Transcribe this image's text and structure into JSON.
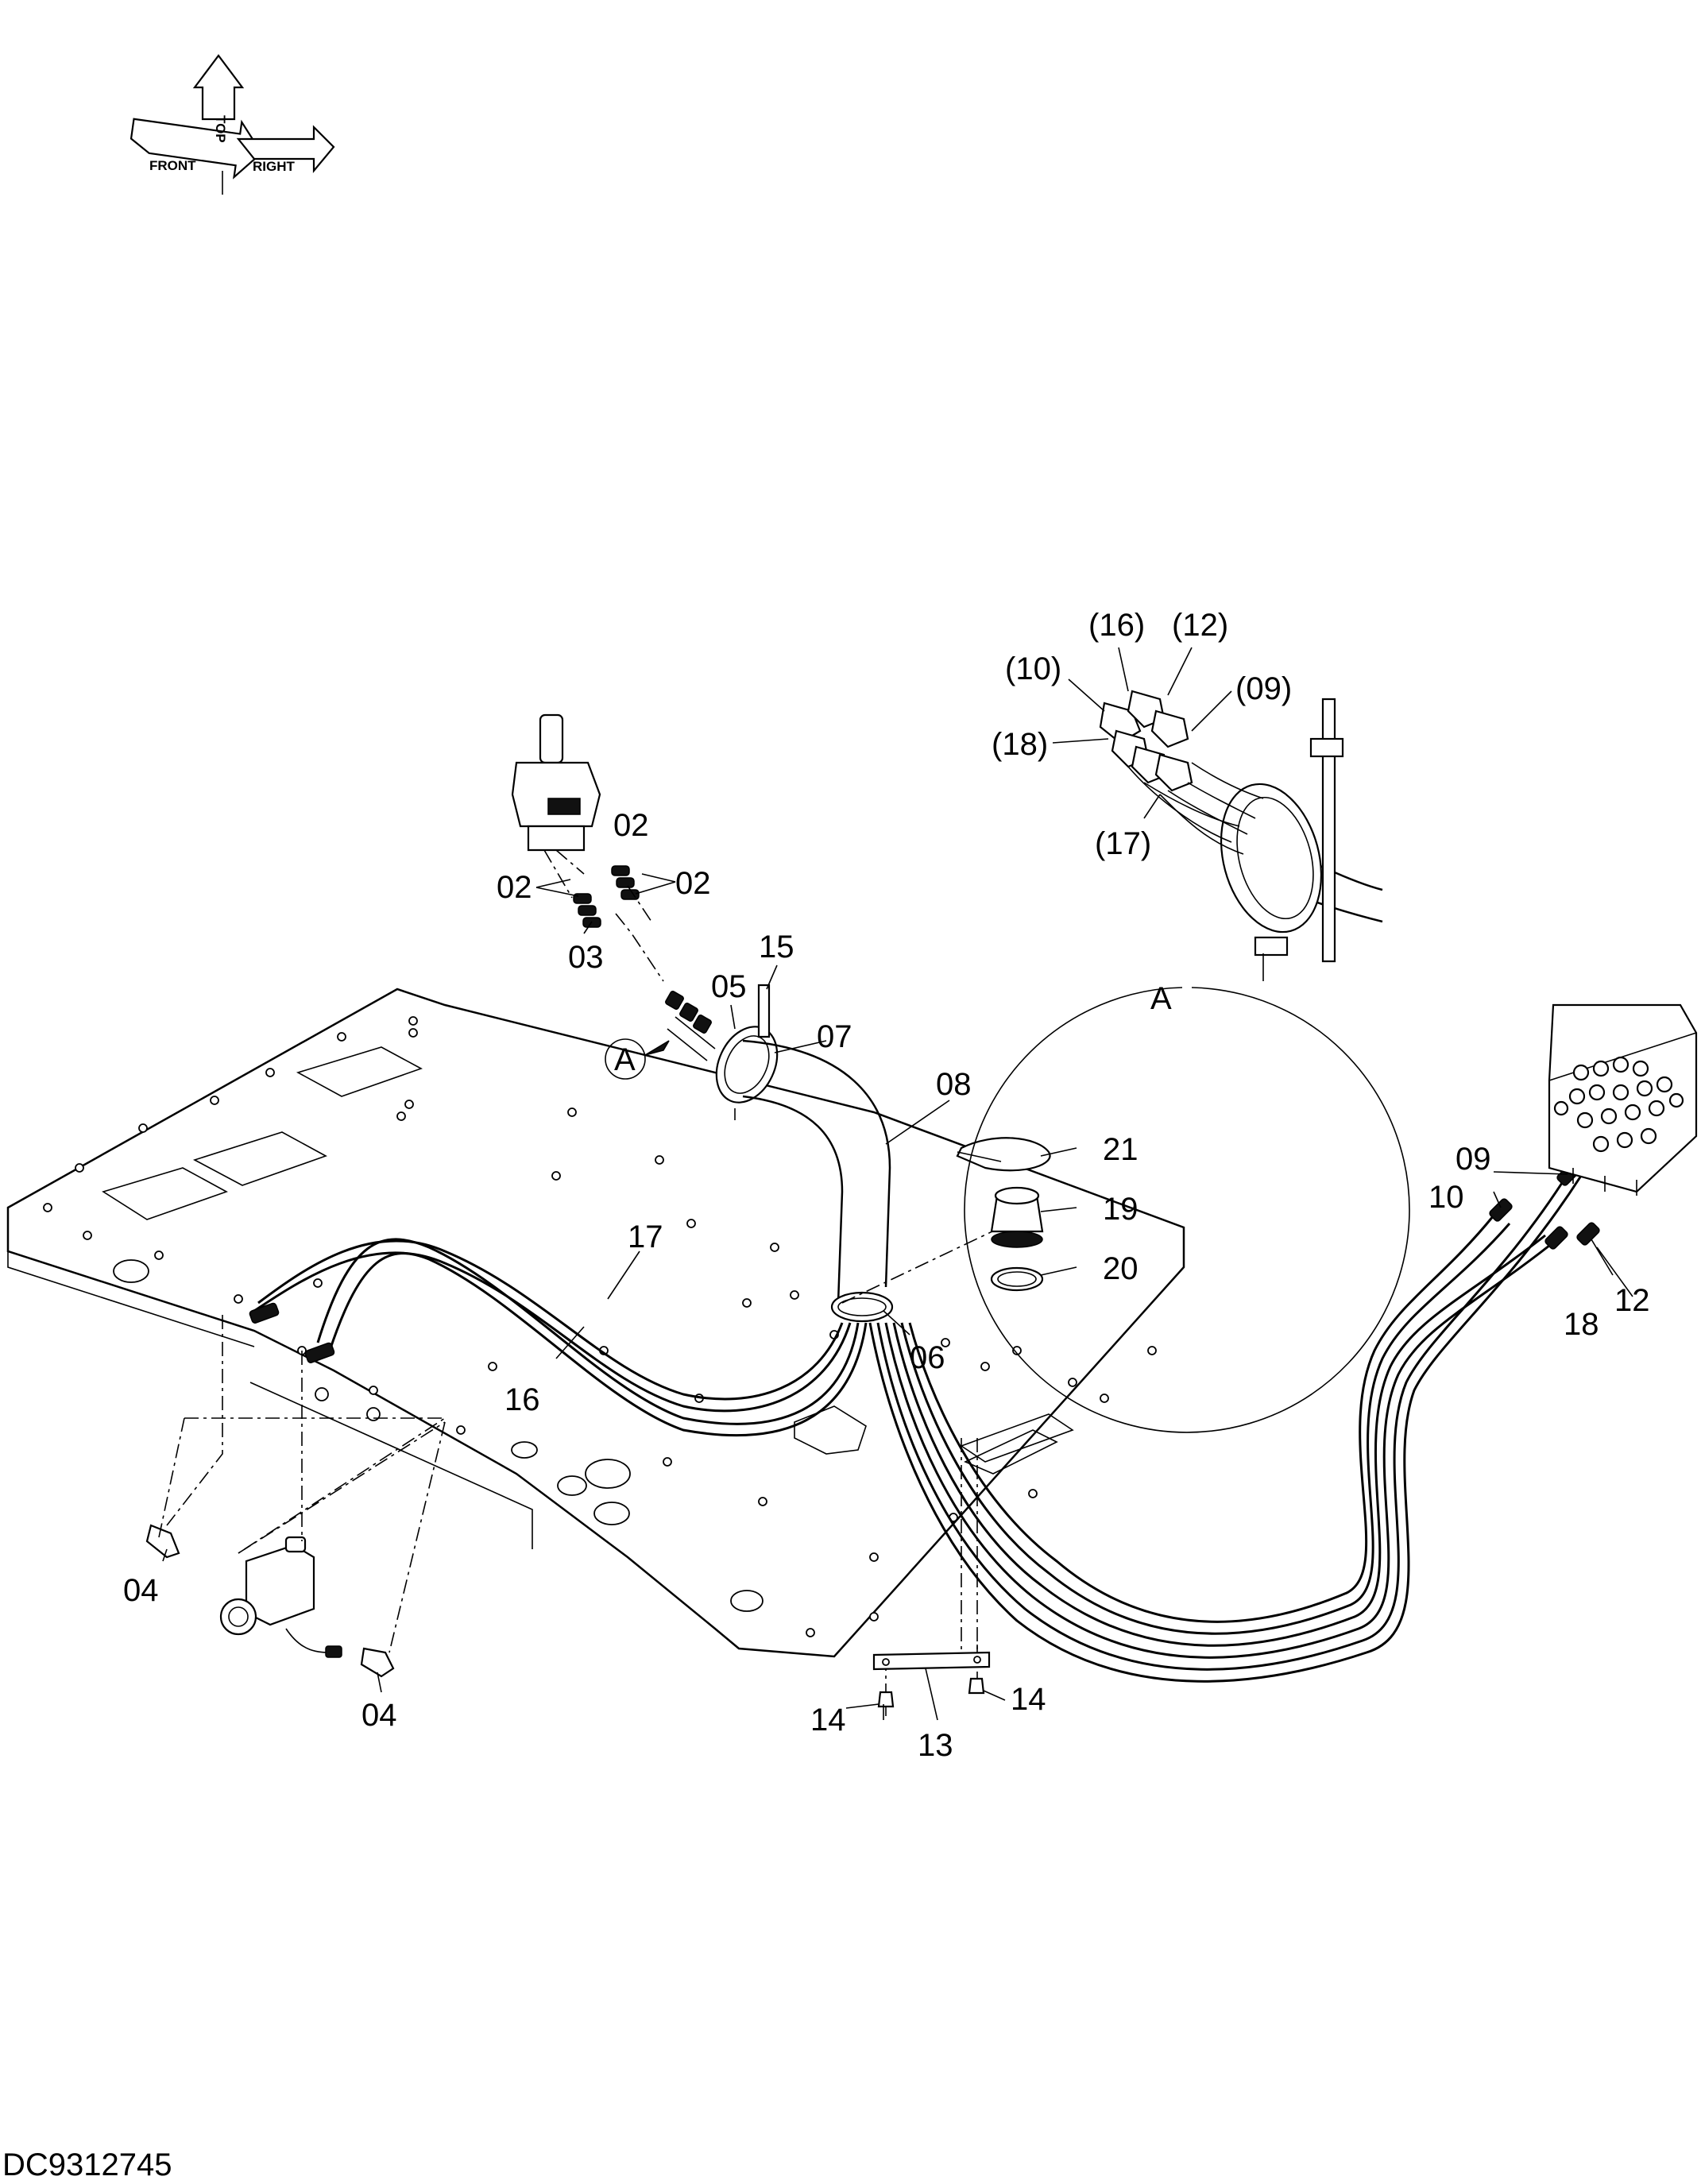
{
  "orientation": {
    "front": "FRONT",
    "top": "TOP",
    "right": "RIGHT"
  },
  "labels": {
    "p02a": "02",
    "p02b": "02",
    "p02c": "02",
    "p03": "03",
    "p04a": "04",
    "p04b": "04",
    "p05": "05",
    "p06": "06",
    "p07": "07",
    "p08": "08",
    "p09": "09",
    "p10": "10",
    "p12": "12",
    "p13": "13",
    "p14a": "14",
    "p14b": "14",
    "p15": "15",
    "p16": "16",
    "p17": "17",
    "p18": "18",
    "p19": "19",
    "p20": "20",
    "p21": "21",
    "callout": "A"
  },
  "detail": {
    "title": "A",
    "labels": {
      "d16": "(16)",
      "d12": "(12)",
      "d10": "(10)",
      "d09": "(09)",
      "d18": "(18)",
      "d17": "(17)"
    }
  },
  "drawing_code": "DC9312745"
}
